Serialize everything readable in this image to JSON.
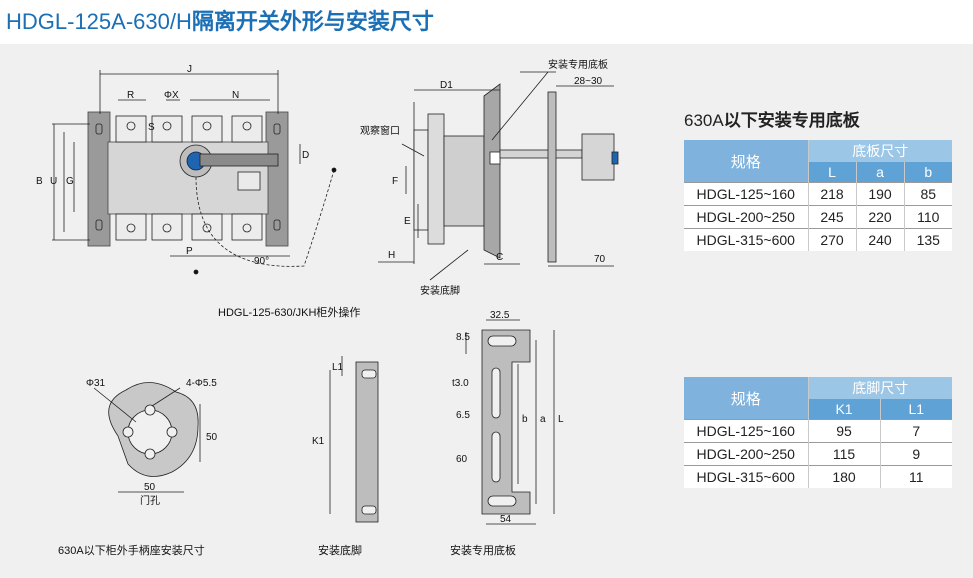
{
  "title": {
    "prefix": "HDGL-125A-630/H",
    "bold": "隔离开关外形与安装尺寸"
  },
  "drawings": {
    "front_caption": "HDGL-125-630/JKH柜外操作",
    "side_labels": {
      "plate": "安装专用底板",
      "window": "观察窗口",
      "foot": "安装底脚",
      "D1": "D1",
      "gap": "28~30",
      "seventy": "70",
      "H": "H",
      "C": "C",
      "F": "F",
      "E": "E"
    },
    "front_labels": {
      "J": "J",
      "R": "R",
      "phiX": "ΦX",
      "N": "N",
      "S": "S",
      "B": "B",
      "U": "U",
      "G": "G",
      "D": "D",
      "P": "P",
      "angle": "90°"
    },
    "door_hole": {
      "caption": "630A以下柜外手柄座安装尺寸",
      "phi31": "Φ31",
      "holes": "4-Φ5.5",
      "dim50v": "50",
      "dim50h": "50",
      "hole_label": "门孔"
    },
    "foot": {
      "caption": "安装底脚",
      "L1": "L1",
      "K1": "K1"
    },
    "plate": {
      "caption": "安装专用底板",
      "w32": "32.5",
      "d85": "8.5",
      "t3": "t3.0",
      "d65": "6.5",
      "d60": "60",
      "b": "b",
      "a": "a",
      "L": "L",
      "w54": "54"
    }
  },
  "table1": {
    "heading_prefix": "630A",
    "heading_bold": "以下安装专用底板",
    "spec_header": "规格",
    "group_header": "底板尺寸",
    "sub_headers": [
      "L",
      "a",
      "b"
    ],
    "rows": [
      [
        "HDGL-125~160",
        "218",
        "190",
        "85"
      ],
      [
        "HDGL-200~250",
        "245",
        "220",
        "110"
      ],
      [
        "HDGL-315~600",
        "270",
        "240",
        "135"
      ]
    ]
  },
  "table2": {
    "spec_header": "规格",
    "group_header": "底脚尺寸",
    "sub_headers": [
      "K1",
      "L1"
    ],
    "rows": [
      [
        "HDGL-125~160",
        "95",
        "7"
      ],
      [
        "HDGL-200~250",
        "115",
        "9"
      ],
      [
        "HDGL-315~600",
        "180",
        "11"
      ]
    ]
  }
}
